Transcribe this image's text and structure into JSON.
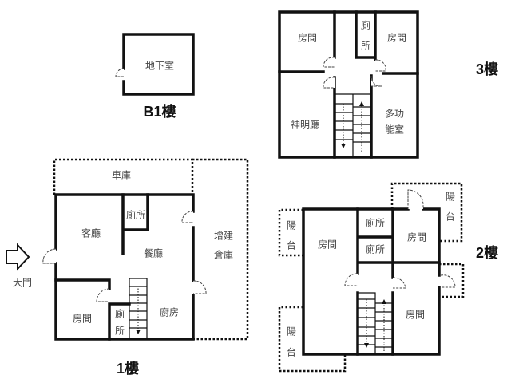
{
  "floors": {
    "b1": {
      "title": "B1樓",
      "rooms": {
        "basement": "地下室"
      }
    },
    "f1": {
      "title": "1樓",
      "rooms": {
        "garage": "車庫",
        "toilet_top": "廁所",
        "living": "客廳",
        "dining": "餐廳",
        "storage_a": "增建",
        "storage_b": "倉庫",
        "entrance": "大門",
        "bedroom": "房間",
        "toilet_bottom_a": "廁",
        "toilet_bottom_b": "所",
        "kitchen": "廚房"
      }
    },
    "f2": {
      "title": "2樓",
      "rooms": {
        "bedroom_left": "房間",
        "toilet_1": "廁所",
        "toilet_2": "廁所",
        "bedroom_top_right": "房間",
        "bedroom_bottom_right": "房間",
        "balcony_a": "陽",
        "balcony_b": "台"
      }
    },
    "f3": {
      "title": "3樓",
      "rooms": {
        "bedroom_left": "房間",
        "toilet_a": "廁",
        "toilet_b": "所",
        "bedroom_right": "房間",
        "shrine": "神明廳",
        "multi_a": "多功",
        "multi_b": "能室"
      }
    }
  }
}
